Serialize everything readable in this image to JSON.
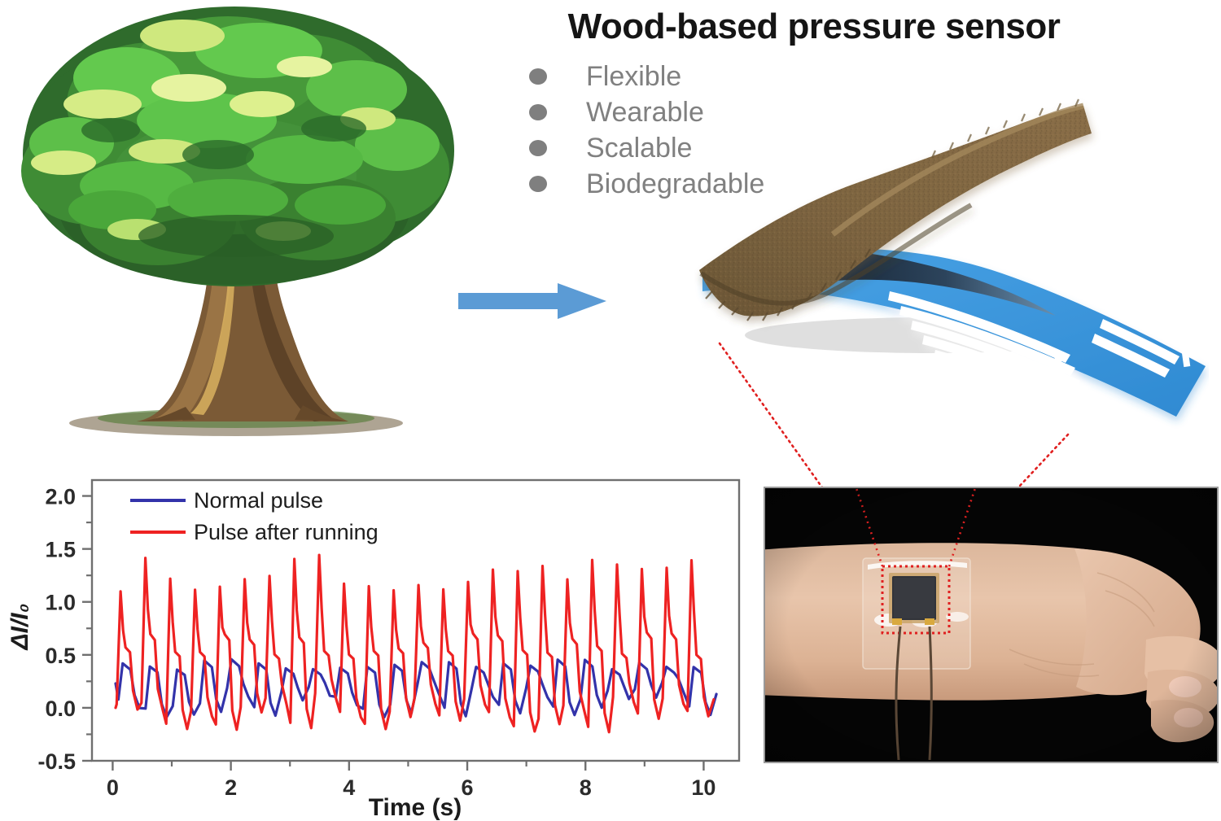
{
  "header": {
    "title": "Wood-based pressure sensor",
    "features": [
      {
        "label": "Flexible",
        "bullet": "filled-dot"
      },
      {
        "label": "Wearable",
        "bullet": "filled-dot"
      },
      {
        "label": "Scalable",
        "bullet": "filled-dot"
      },
      {
        "label": "Biodegradable",
        "bullet": "filled-dot"
      }
    ]
  },
  "illustrations": {
    "tree": {
      "name": "tree-illustration",
      "alt": "Broad green deciduous tree with thick brown trunk"
    },
    "arrow": {
      "name": "process-arrow",
      "alt": "Blue right-pointing arrow",
      "color": "#5B9BD5"
    },
    "device": {
      "name": "wood-pressure-sensor-device",
      "alt": "Flexible wood-based film over blue interdigitated electrode substrate",
      "wood_color": "#7a6340",
      "electrode_color": "#3D9BE0",
      "active_layer_color": "#1b2533"
    },
    "photo": {
      "name": "wrist-sensor-photo",
      "alt": "Sensor patch attached to a human wrist with two thin lead wires",
      "callout_color": "#E02020"
    }
  },
  "chart_data": {
    "type": "line",
    "title": "",
    "xlabel": "Time (s)",
    "ylabel": "ΔI/I₀",
    "xlim": [
      -0.35,
      10.6
    ],
    "ylim": [
      -0.5,
      2.15
    ],
    "xticks": [
      0,
      2,
      4,
      6,
      8,
      10
    ],
    "yticks": [
      -0.5,
      0.0,
      0.5,
      1.0,
      1.5,
      2.0
    ],
    "minor_ticks": true,
    "grid": false,
    "legend_position": "top-left",
    "series": [
      {
        "name": "Normal pulse",
        "color": "#3333AA",
        "beats": 22,
        "period_s": 0.46,
        "baseline": 0.05,
        "peak_mean": 0.43,
        "peak_range": [
          0.36,
          0.48
        ],
        "trough_range": [
          -0.1,
          0.16
        ],
        "waveform": "rounded systolic peak with shallow dicrotic shoulder"
      },
      {
        "name": "Pulse after running",
        "color": "#EE2222",
        "beats": 24,
        "period_s": 0.42,
        "baseline": 0.0,
        "peak_mean": 1.25,
        "peak_range": [
          1.08,
          1.45
        ],
        "trough_range": [
          -0.23,
          0.1
        ],
        "waveform": "sharp tall systolic spike followed by dicrotic notch shoulder near 0.55"
      }
    ]
  }
}
